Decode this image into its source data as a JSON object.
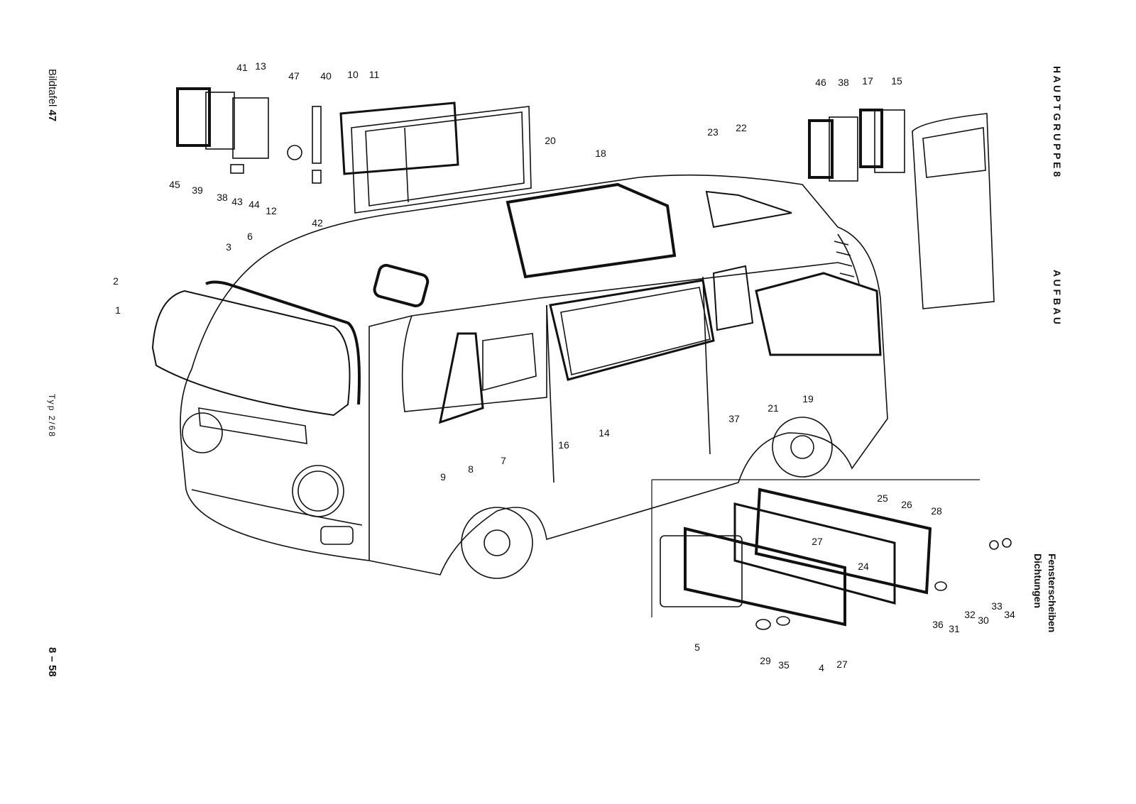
{
  "left_margin": {
    "plate_label": "Bildtafel",
    "plate_number": "47",
    "type": "Typ 2/68",
    "page": "8 – 58"
  },
  "right_margin": {
    "group": "H A U P T G R U P P E   8",
    "section": "A U F B A U",
    "title_line1": "Fensterscheiben",
    "title_line2": "Dichtungen"
  },
  "callouts": [
    "1",
    "2",
    "3",
    "6",
    "41",
    "13",
    "45",
    "39",
    "38",
    "43",
    "44",
    "12",
    "47",
    "40",
    "10",
    "11",
    "42",
    "20",
    "18",
    "23",
    "22",
    "46",
    "38",
    "17",
    "15",
    "9",
    "8",
    "7",
    "16",
    "14",
    "37",
    "21",
    "19",
    "25",
    "26",
    "28",
    "27",
    "24",
    "36",
    "31",
    "32",
    "30",
    "33",
    "34",
    "5",
    "29",
    "35",
    "4",
    "27"
  ]
}
